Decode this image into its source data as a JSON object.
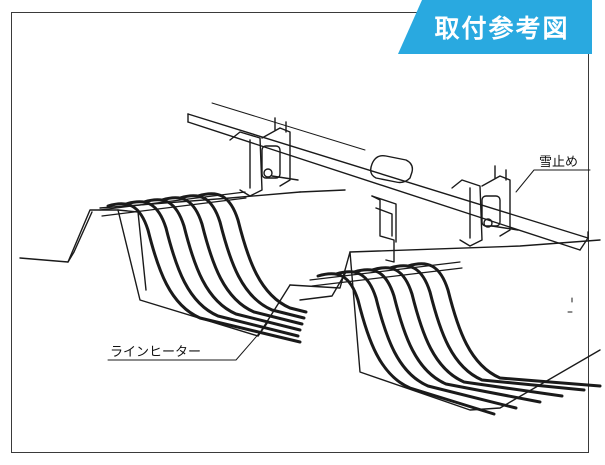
{
  "title": "取付参考図",
  "labels": {
    "snow_guard": "雪止め",
    "line_heater": "ラインヒーター"
  },
  "colors": {
    "accent": "#29a9e0",
    "line": "#1a1a1a",
    "frame": "#3a3a3a"
  }
}
